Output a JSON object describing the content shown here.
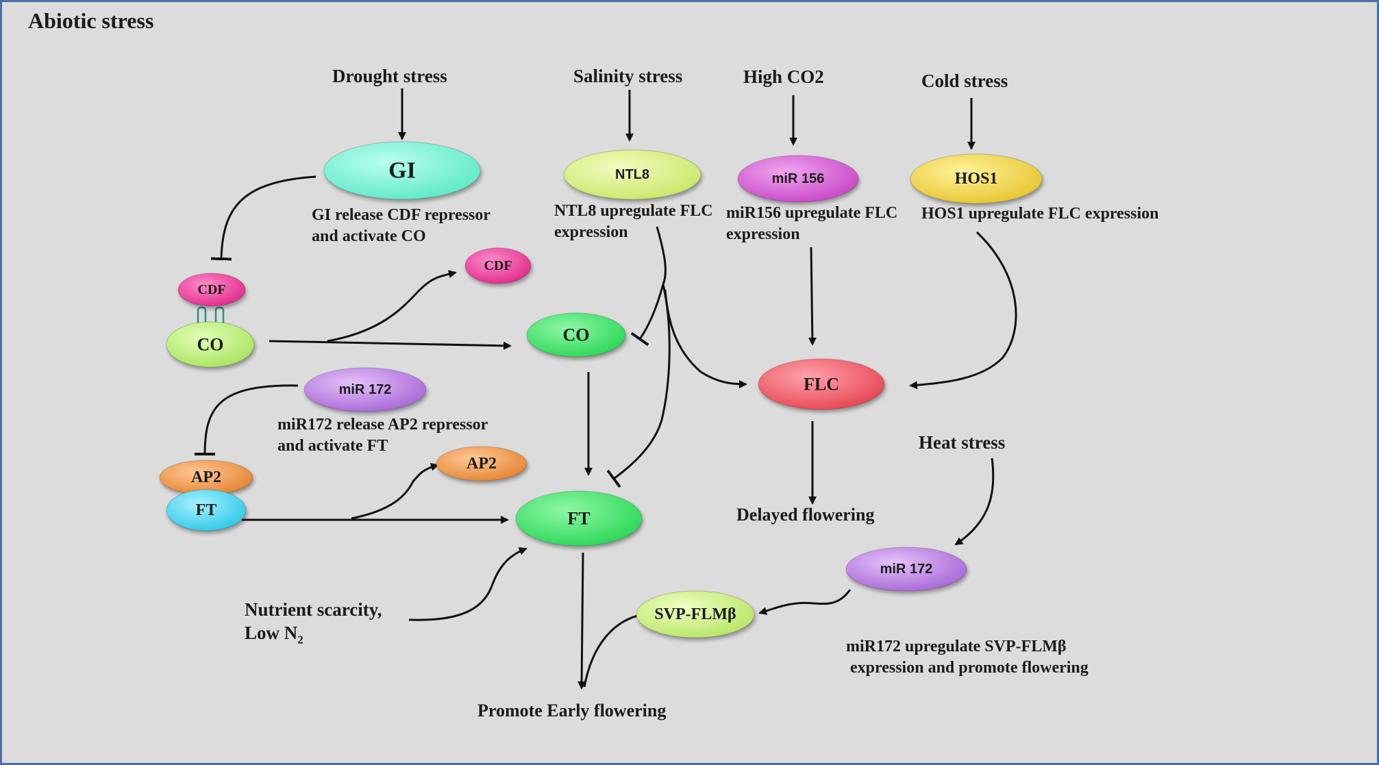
{
  "title": "Abiotic stress",
  "stresses": {
    "drought": "Drought  stress",
    "salinity": "Salinity stress",
    "high_co2": "High CO2",
    "cold": "Cold stress",
    "heat": "Heat stress",
    "nutrient_line1": "Nutrient scarcity,",
    "nutrient_line2_prefix": "Low N",
    "nutrient_line2_sub": "2"
  },
  "nodes": {
    "gi": "GI",
    "ntl8": "NTL8",
    "mir156": "miR 156",
    "hos1": "HOS1",
    "cdf_bound": "CDF",
    "co_bound": "CO",
    "cdf_free": "CDF",
    "co_free": "CO",
    "mir172_top": "miR 172",
    "ap2_bound": "AP2",
    "ft_bound": "FT",
    "ap2_free": "AP2",
    "ft_main": "FT",
    "flc": "FLC",
    "mir172_heat": "miR 172",
    "svp_flm": "SVP-FLMβ"
  },
  "descriptions": {
    "gi": [
      "GI release CDF repressor",
      "and activate CO"
    ],
    "ntl8": [
      "NTL8 upregulate FLC",
      "expression"
    ],
    "mir156": [
      "miR156 upregulate FLC",
      "expression"
    ],
    "hos1": [
      "HOS1 upregulate FLC expression"
    ],
    "mir172_top": [
      "miR172 release AP2 repressor",
      "and activate FT"
    ],
    "mir172_heat": [
      "miR172 upregulate SVP-FLMβ",
      " expression and promote flowering"
    ]
  },
  "outcomes": {
    "delayed": "Delayed flowering",
    "early": "Promote Early flowering"
  },
  "colors": {
    "background": "#dcdcdc",
    "frame": "#4a6fa5",
    "gi": "#6ff5d2",
    "ntl8": "#d6ef7d",
    "mir156": "#d760d6",
    "hos1": "#eed33f",
    "cdf": "#ea3a9b",
    "co": "#bdf07a",
    "co_free": "#3ee46a",
    "mir172": "#bb7ce6",
    "ap2": "#ee9745",
    "ft": "#45d6ee",
    "ft_main": "#3ee46a",
    "flc": "#ee5a68",
    "svp_flm": "#c9f07d",
    "linker": "#2f8f83"
  }
}
